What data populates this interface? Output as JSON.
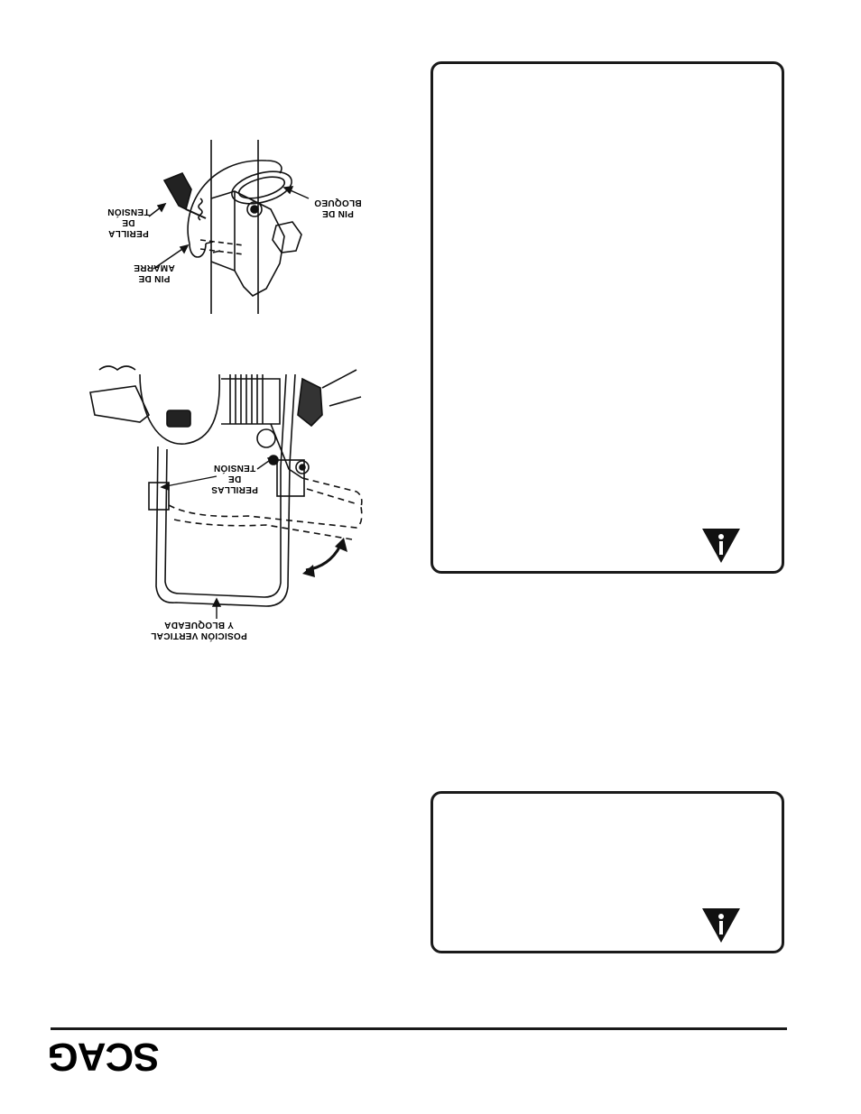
{
  "figure_top": {
    "labels": {
      "lock_pin": [
        "PIN DE",
        "BLOQUEO"
      ],
      "tension_knob": [
        "PERILLA",
        "DE",
        "TENSIÓN"
      ],
      "tie_pin": [
        "PIN DE",
        "AMARRE"
      ]
    }
  },
  "figure_bottom": {
    "labels": {
      "tension_knobs": [
        "PERILLAS",
        "DE",
        "TENSIÓN"
      ],
      "vertical_locked": [
        "POSICIÓN VERTICAL",
        "Y BLOQUEADA"
      ]
    }
  },
  "footer": {
    "logo_text": "SCAG"
  },
  "icons": {
    "box1": "warning-triangle-icon",
    "box2": "warning-triangle-icon"
  }
}
